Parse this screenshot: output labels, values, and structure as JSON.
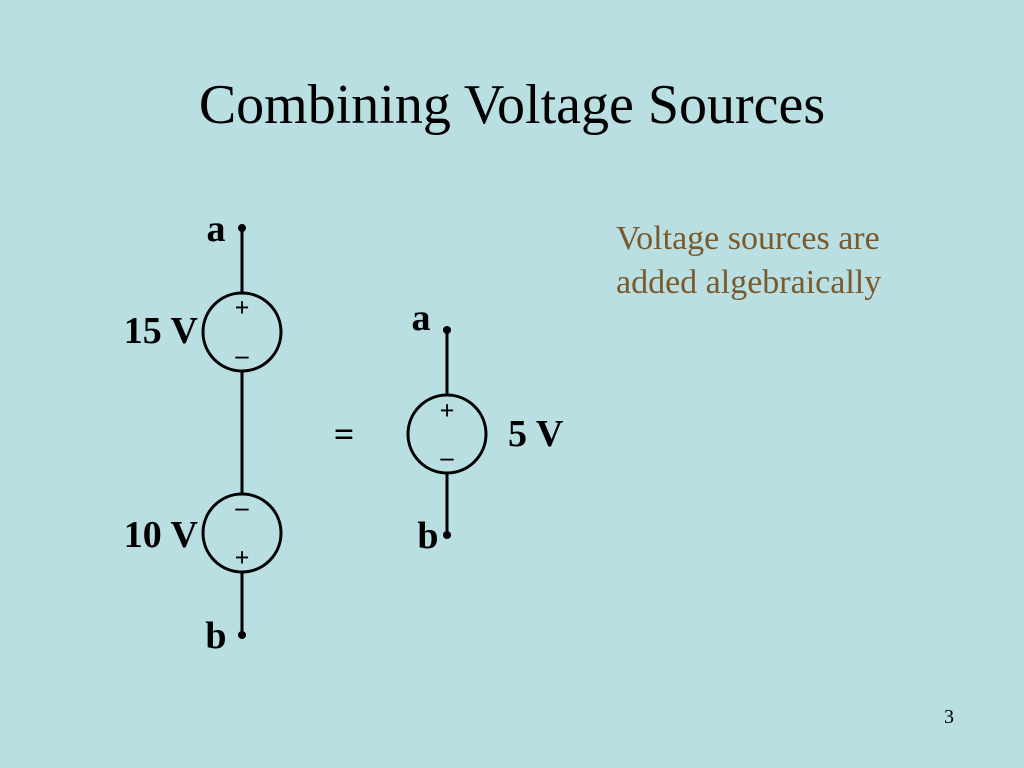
{
  "slide": {
    "title": "Combining Voltage Sources",
    "note_lines": [
      "Voltage sources are",
      "added algebraically"
    ],
    "page_number": "3",
    "note_color": "#7a5a2a",
    "background": "#b9dfe3"
  },
  "left_circuit": {
    "top_node": "a",
    "bottom_node": "b",
    "source_top": {
      "value": "15 V",
      "upper_sign": "+",
      "lower_sign": "–"
    },
    "source_bottom": {
      "value": "10 V",
      "upper_sign": "–",
      "lower_sign": "+"
    }
  },
  "equals": "=",
  "right_circuit": {
    "top_node": "a",
    "bottom_node": "b",
    "source": {
      "value": "5 V",
      "upper_sign": "+",
      "lower_sign": "–"
    }
  }
}
